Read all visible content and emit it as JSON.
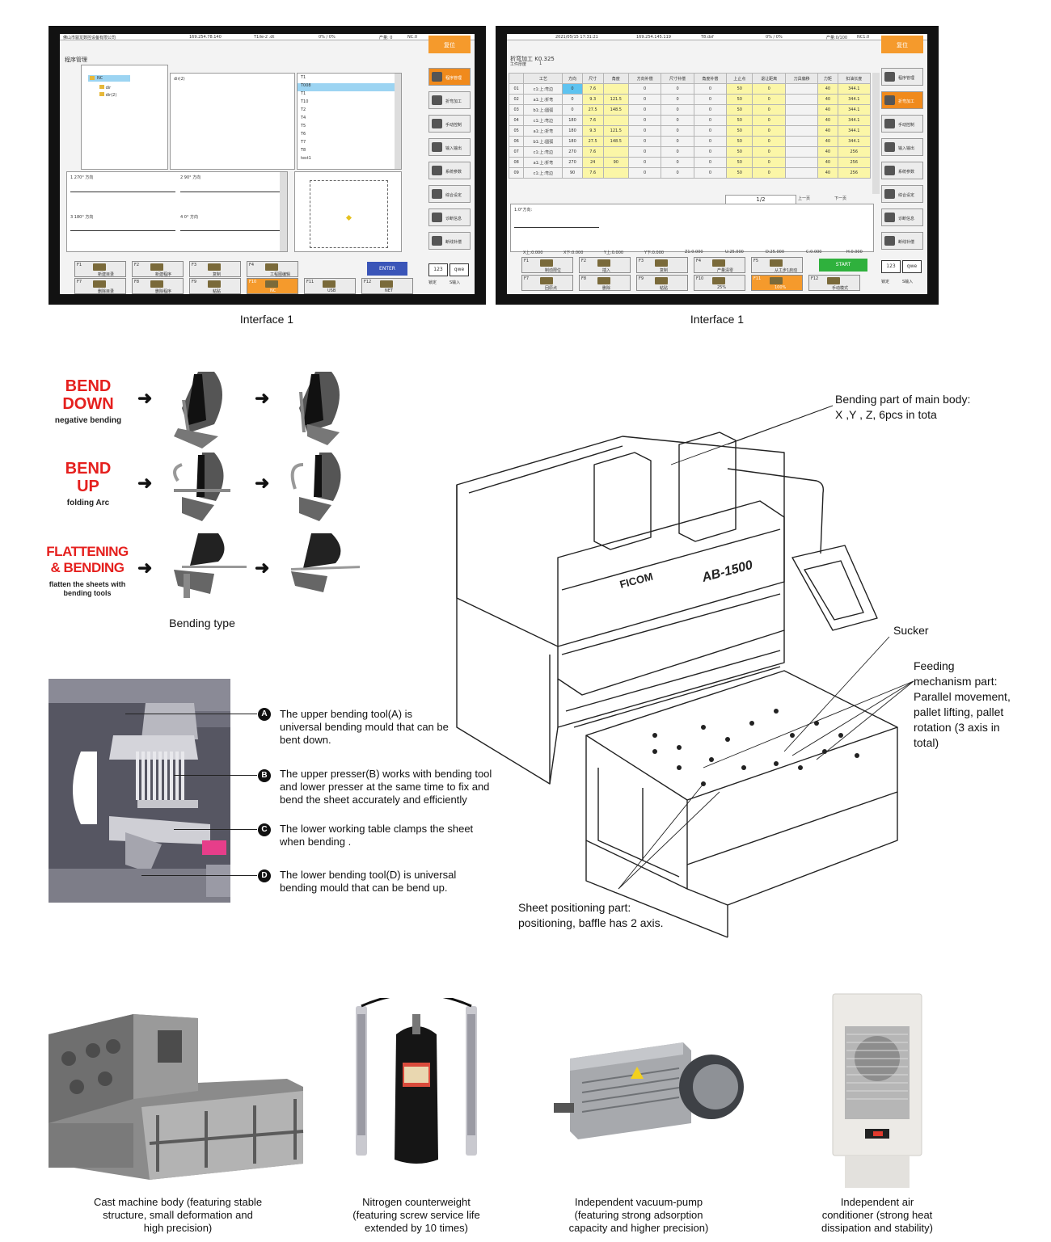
{
  "screen_left": {
    "caption": "Interface 1",
    "header_company": "佛山市骏龙数控设备有限公司",
    "header_ip": "169.254.78.140",
    "header_file": "T1ile-2 .dt",
    "header_pct": "0% / 0%",
    "header_count": "产量: 0",
    "header_mode": "NC.0",
    "header_reset": "复位",
    "section_title": "程序管理",
    "folder_root": "NC",
    "folder_items": [
      "dir",
      "dir(2)"
    ],
    "middle_item": "dir(2)",
    "file_list": [
      "T1",
      "T008",
      "T1",
      "T10",
      "T2",
      "T4",
      "T5",
      "T6",
      "T7",
      "T8",
      "test1"
    ],
    "preview_labels": [
      "1 270° 方向",
      "2 90° 方向",
      "3 180° 方向",
      "4 0° 方向"
    ],
    "side_buttons": [
      "程序管理",
      "折弯加工",
      "手动控制",
      "输入输出",
      "系统参数",
      "综合设定",
      "诊断信息",
      "断线补偿"
    ],
    "fkeys_row1": [
      {
        "k": "F1",
        "t": "新建目录"
      },
      {
        "k": "F2",
        "t": "新建程序"
      },
      {
        "k": "F3",
        "t": "复制"
      },
      {
        "k": "F4",
        "t": "工程图编辑"
      }
    ],
    "fkeys_row2": [
      {
        "k": "F7",
        "t": "删除目录"
      },
      {
        "k": "F8",
        "t": "删除程序"
      },
      {
        "k": "F9",
        "t": "粘贴"
      },
      {
        "k": "F10",
        "t": "NC"
      },
      {
        "k": "F11",
        "t": "USB"
      },
      {
        "k": "F12",
        "t": "NET"
      }
    ],
    "enter_label": "ENTER",
    "kbd_num": "123",
    "kbd_alpha": "qwe",
    "kbd_lock": "锁定",
    "kbd_input": "S输入"
  },
  "screen_right": {
    "caption": "Interface 1",
    "header_date": "2021/05/15 17:31:21",
    "header_ip": "169.254.145.119",
    "header_file": "T8.dxf",
    "header_pct": "0% / 0%",
    "header_count": "产量:0/100",
    "header_mode": "NC1.0",
    "header_reset": "复位",
    "section_title": "折弯加工 K0.325",
    "thickness_label": "工件厚度",
    "thickness_value": "1",
    "table_headers": [
      "",
      "工艺",
      "方向",
      "尺寸",
      "角度",
      "方向补偿",
      "尺寸补偿",
      "角度补偿",
      "上止点",
      "退让距离",
      "刀具偏移",
      "力矩",
      "扣油长度"
    ],
    "table_rows": [
      [
        "01",
        "c1:上:弯边",
        "0",
        "7.6",
        "",
        "0",
        "0",
        "0",
        "50",
        "0",
        "",
        "40",
        "344.1"
      ],
      [
        "02",
        "a1:上:折弯",
        "0",
        "9.3",
        "121.5",
        "0",
        "0",
        "0",
        "50",
        "0",
        "",
        "40",
        "344.1"
      ],
      [
        "03",
        "b1:上:圆弧",
        "0",
        "27.5",
        "148.5",
        "0",
        "0",
        "0",
        "50",
        "0",
        "",
        "40",
        "344.1"
      ],
      [
        "04",
        "c1:上:弯边",
        "180",
        "7.6",
        "",
        "0",
        "0",
        "0",
        "50",
        "0",
        "",
        "40",
        "344.1"
      ],
      [
        "05",
        "a1:上:折弯",
        "180",
        "9.3",
        "121.5",
        "0",
        "0",
        "0",
        "50",
        "0",
        "",
        "40",
        "344.1"
      ],
      [
        "06",
        "b1:上:圆弧",
        "180",
        "27.5",
        "148.5",
        "0",
        "0",
        "0",
        "50",
        "0",
        "",
        "40",
        "344.1"
      ],
      [
        "07",
        "c1:上:弯边",
        "270",
        "7.6",
        "",
        "0",
        "0",
        "0",
        "50",
        "0",
        "",
        "40",
        "256"
      ],
      [
        "08",
        "a1:上:折弯",
        "270",
        "24",
        "90",
        "0",
        "0",
        "0",
        "50",
        "0",
        "",
        "40",
        "256"
      ],
      [
        "09",
        "c1:上:弯边",
        "90",
        "7.6",
        "",
        "0",
        "0",
        "0",
        "50",
        "0",
        "",
        "40",
        "256"
      ]
    ],
    "page_indicator": "1/2",
    "prev_page": "上一页",
    "next_page": "下一页",
    "preview_label": "1:0°方向:",
    "side_buttons": [
      "程序管理",
      "折弯加工",
      "手动控制",
      "输入输出",
      "系统参数",
      "综合设定",
      "诊断信息",
      "断线补偿"
    ],
    "axis_readouts": [
      "X上:0.000",
      "X下:0.000",
      "Y上:0.000",
      "Y下:0.000",
      "Z1:0.000",
      "U:25.000",
      "D:25.000",
      "C:0.000",
      "H:0.000"
    ],
    "fkeys_row1": [
      {
        "k": "F1",
        "t": "制动限位"
      },
      {
        "k": "F2",
        "t": "插入"
      },
      {
        "k": "F3",
        "t": "复制"
      },
      {
        "k": "F4",
        "t": "产量清零"
      },
      {
        "k": "F5",
        "t": "从工步1启动"
      }
    ],
    "fkeys_row2": [
      {
        "k": "F7",
        "t": "回原点"
      },
      {
        "k": "F8",
        "t": "删除"
      },
      {
        "k": "F9",
        "t": "粘贴"
      },
      {
        "k": "F10",
        "t": "25%"
      },
      {
        "k": "F11",
        "t": "100%"
      },
      {
        "k": "F12",
        "t": "手动模式"
      }
    ],
    "start_label": "START",
    "kbd_num": "123",
    "kbd_alpha": "qwe",
    "kbd_lock": "锁定",
    "kbd_input": "S输入"
  },
  "bending": {
    "types": [
      {
        "title_line1": "BEND",
        "title_line2": "DOWN",
        "sub": "negative bending"
      },
      {
        "title_line1": "BEND",
        "title_line2": "UP",
        "sub": "folding Arc"
      },
      {
        "title_line1": "FLATTENING",
        "title_line2": "& BENDING",
        "sub": "flatten the sheets with bending tools"
      }
    ],
    "caption": "Bending type"
  },
  "tools": [
    {
      "badge": "A",
      "text": "The upper bending tool(A) is universal bending mould that can be bent down."
    },
    {
      "badge": "B",
      "text": "The upper presser(B) works with bending tool and lower presser at the same time to fix and bend the sheet accurately and efficiently"
    },
    {
      "badge": "C",
      "text": "The lower working table clamps the sheet when bending ."
    },
    {
      "badge": "D",
      "text": "The lower bending tool(D) is universal bending mould that can be bend up."
    }
  ],
  "machine": {
    "brand": "FICOM",
    "model": "AB-1500",
    "anno_bending_l1": "Bending part of main body:",
    "anno_bending_l2": "X ,Y , Z, 6pcs in tota",
    "anno_sucker": "Sucker",
    "anno_feeding_l1": "Feeding",
    "anno_feeding_l2": "mechanism part:",
    "anno_feeding_l3": "Parallel movement,",
    "anno_feeding_l4": "pallet lifting, pallet",
    "anno_feeding_l5": "rotation (3 axis in",
    "anno_feeding_l6": "total)",
    "anno_sheet_l1": "Sheet positioning part:",
    "anno_sheet_l2": "positioning, baffle has 2 axis."
  },
  "components": [
    {
      "l1": "Cast machine body (featuring stable",
      "l2": "structure, small deformation and",
      "l3": "high precision)"
    },
    {
      "l1": "Nitrogen counterweight",
      "l2": "(featuring screw service life",
      "l3": "extended by 10 times)"
    },
    {
      "l1": "Independent vacuum-pump",
      "l2": "(featuring strong adsorption",
      "l3": "capacity and higher precision)"
    },
    {
      "l1": "Independent air",
      "l2": "conditioner (strong heat",
      "l3": "dissipation and stability)"
    }
  ]
}
